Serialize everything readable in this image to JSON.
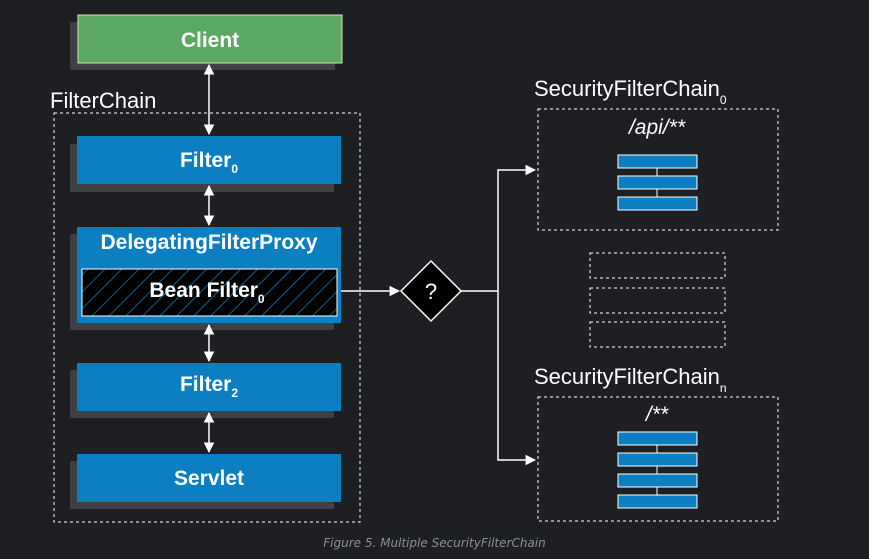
{
  "client": {
    "label": "Client"
  },
  "filter_chain": {
    "title": "FilterChain",
    "filter0": {
      "label": "Filter",
      "sub": "0"
    },
    "proxy": {
      "label": "DelegatingFilterProxy"
    },
    "bean_filter": {
      "label": "Bean Filter",
      "sub": "0"
    },
    "filter2": {
      "label": "Filter",
      "sub": "2"
    },
    "servlet": {
      "label": "Servlet"
    }
  },
  "decision": {
    "label": "?"
  },
  "security_chain_0": {
    "title": "SecurityFilterChain",
    "sub": "0",
    "pattern": "/api/**"
  },
  "security_chain_n": {
    "title": "SecurityFilterChain",
    "sub": "n",
    "pattern": "/**"
  },
  "caption": "Figure 5. Multiple SecurityFilterChain",
  "colors": {
    "background": "#1e1f23",
    "client": "#5aa862",
    "filter": "#0c7fc2",
    "shadow": "#3e4045",
    "dashed": "#ffffff",
    "caption": "#8a8f96"
  }
}
